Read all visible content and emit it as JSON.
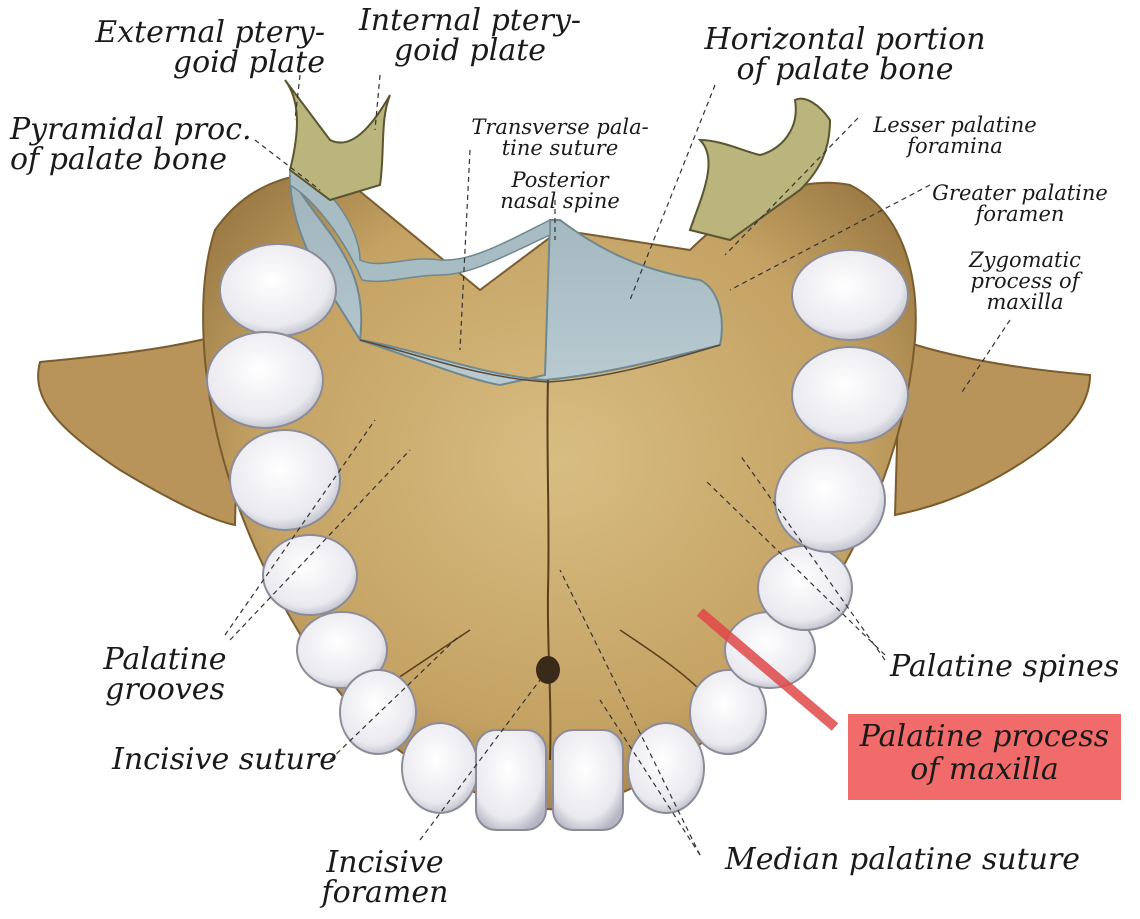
{
  "figure": {
    "labels": {
      "external_pterygoid_plate": "External ptery-\ngoid plate",
      "internal_pterygoid_plate": "Internal ptery-\ngoid plate",
      "horizontal_portion_palate_bone": "Horizontal portion\nof palate bone",
      "pyramidal_process": "Pyramidal proc.\nof palate bone",
      "transverse_palatine_suture": "Transverse pala-\ntine suture",
      "posterior_nasal_spine": "Posterior\nnasal spine",
      "lesser_palatine_foramina": "Lesser palatine\nforamina",
      "greater_palatine_foramen": "Greater palatine\nforamen",
      "zygomatic_process": "Zygomatic\nprocess of\nmaxilla",
      "palatine_grooves": "Palatine\ngrooves",
      "palatine_spines": "Palatine spines",
      "palatine_process_maxilla": "Palatine process\nof maxilla",
      "incisive_suture": "Incisive suture",
      "incisive_foramen": "Incisive\nforamen",
      "median_palatine_suture": "Median palatine suture"
    },
    "colors": {
      "bone": "#c9a96a",
      "bone_dark": "#8a6b3a",
      "palate_bone": "#a9bcc4",
      "teeth": "#eeeef2",
      "highlight": "#f26b6b",
      "pointer": "#e04848"
    }
  }
}
